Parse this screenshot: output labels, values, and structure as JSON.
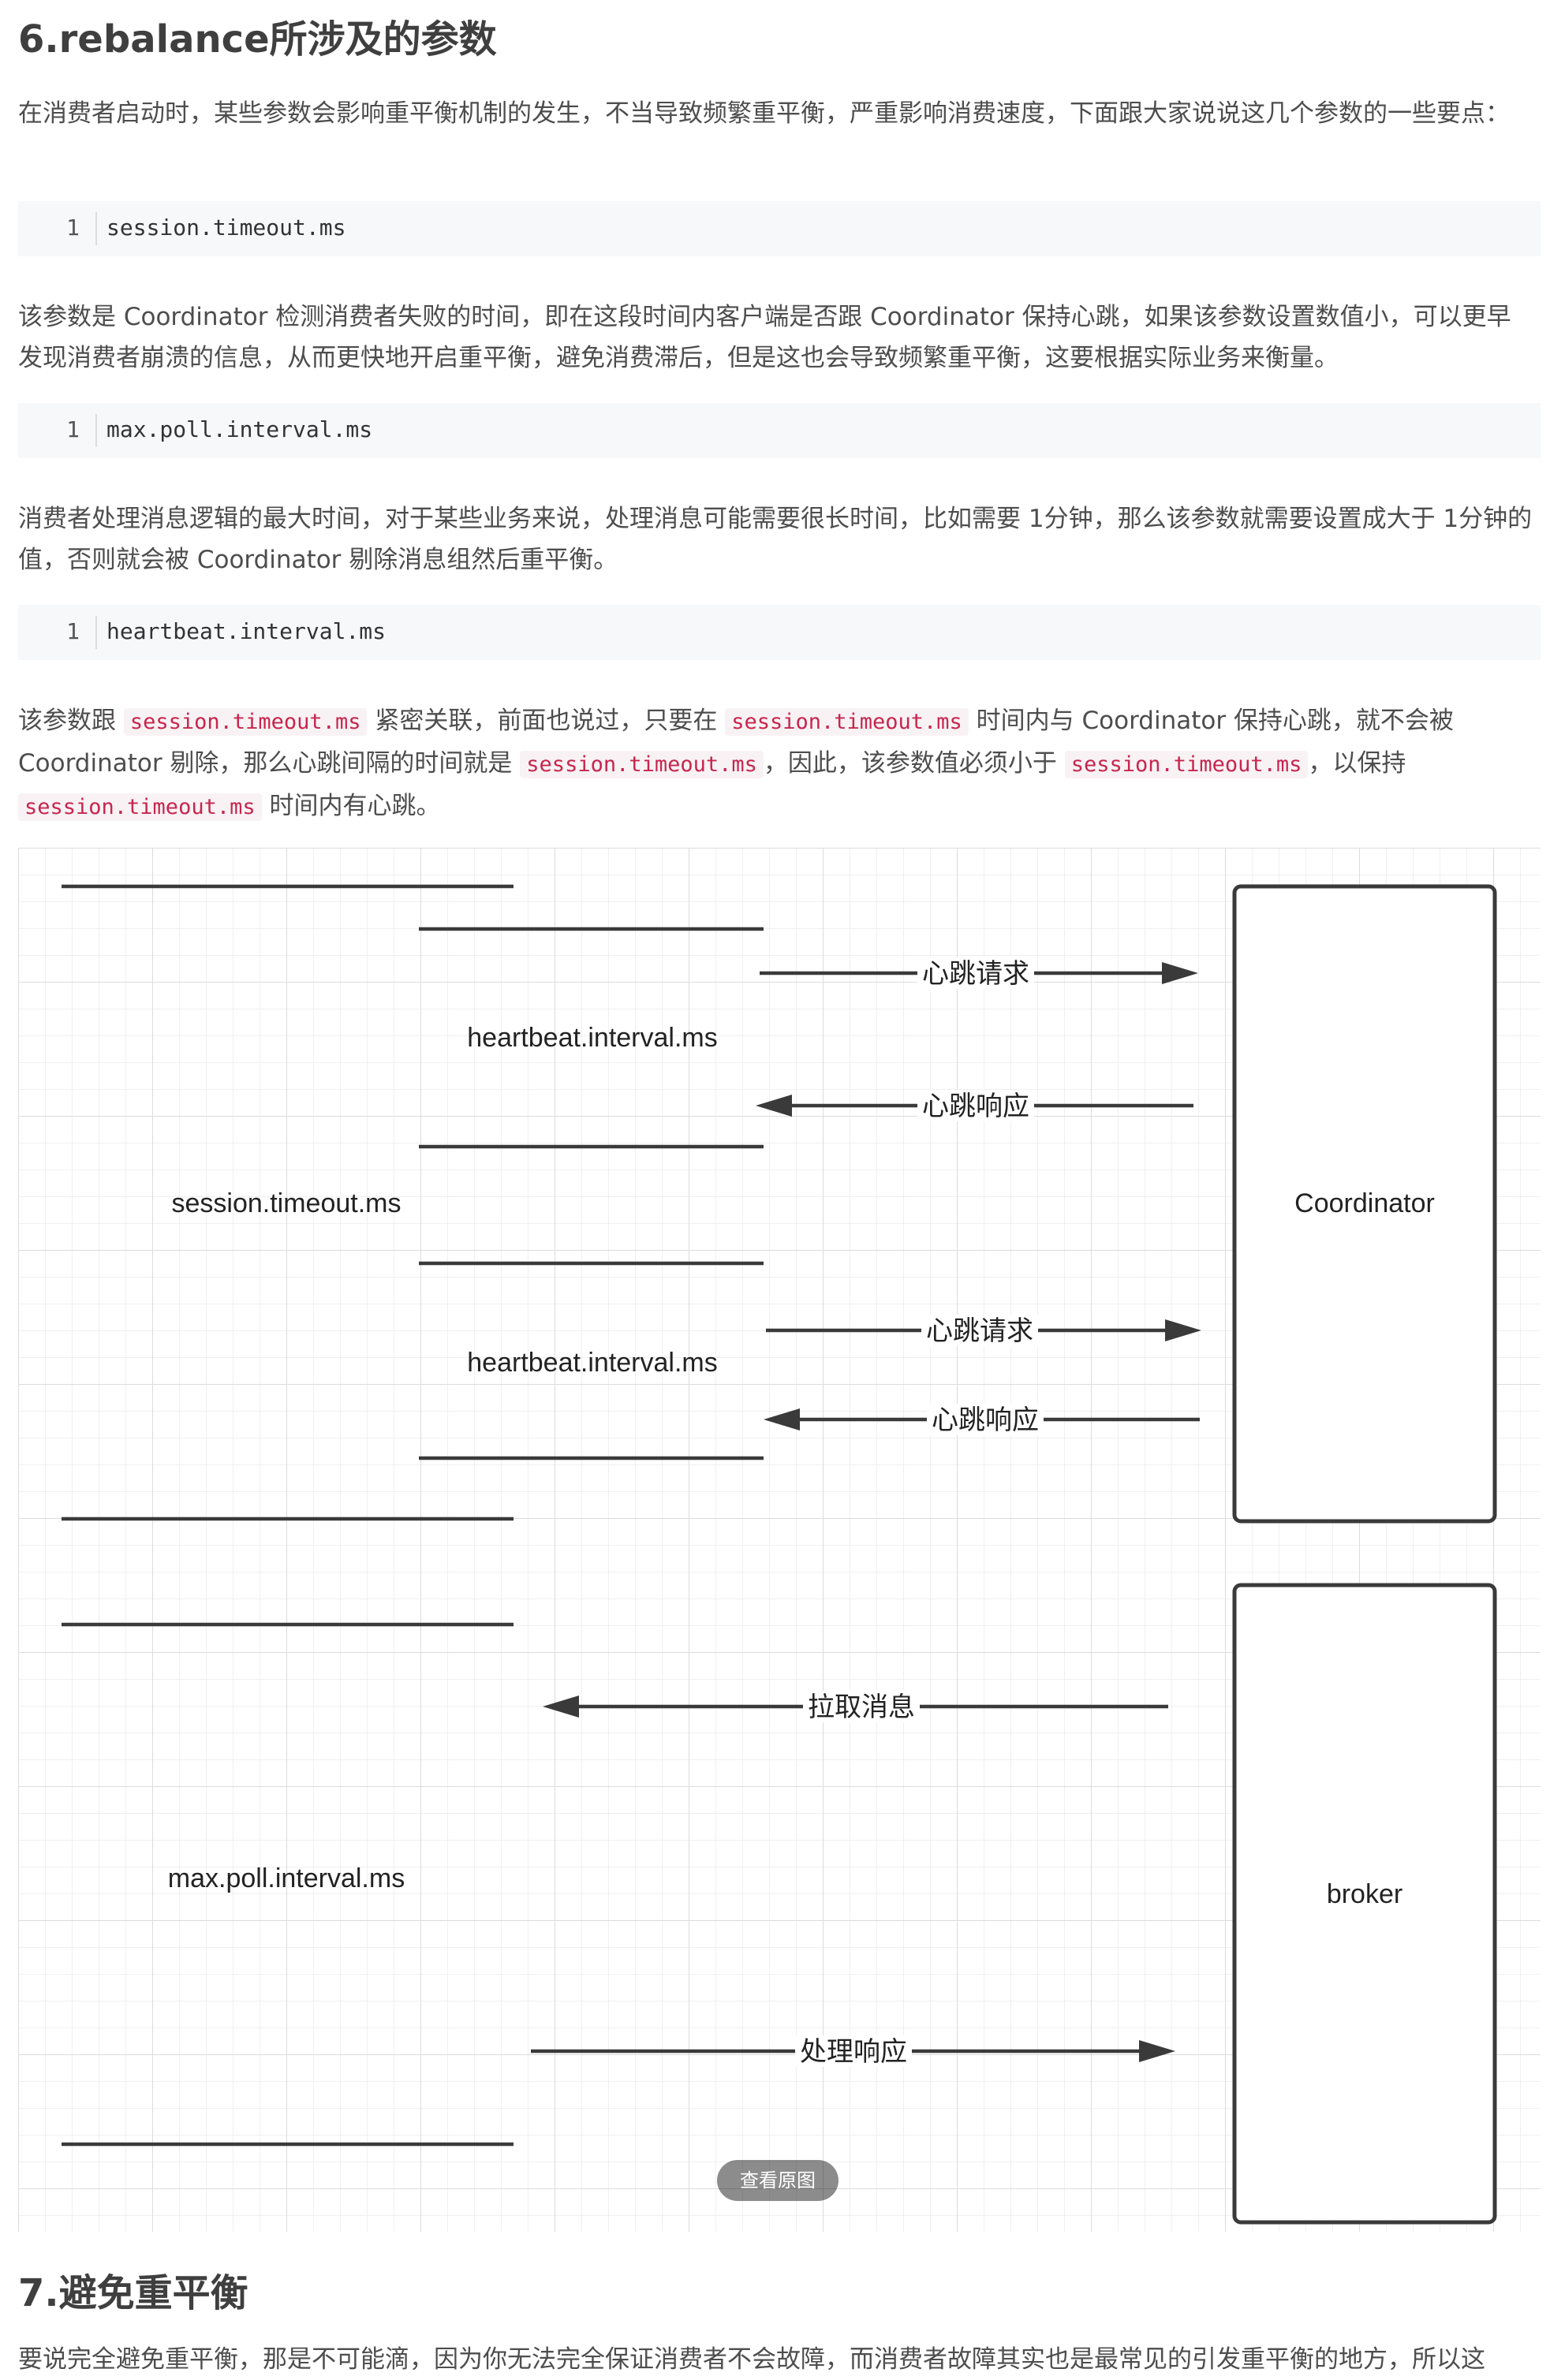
{
  "heading_6": "6.rebalance所涉及的参数",
  "intro": "在消费者启动时，某些参数会影响重平衡机制的发生，不当导致频繁重平衡，严重影响消费速度，下面跟大家说说这几个参数的一些要点：",
  "code_blocks": [
    {
      "line_no": "1",
      "code": "session.timeout.ms"
    },
    {
      "line_no": "1",
      "code": "max.poll.interval.ms"
    },
    {
      "line_no": "1",
      "code": "heartbeat.interval.ms"
    }
  ],
  "para_session": "该参数是 Coordinator 检测消费者失败的时间，即在这段时间内客户端是否跟 Coordinator 保持心跳，如果该参数设置数值小，可以更早发现消费者崩溃的信息，从而更快地开启重平衡，避免消费滞后，但是这也会导致频繁重平衡，这要根据实际业务来衡量。",
  "para_maxpoll": "消费者处理消息逻辑的最大时间，对于某些业务来说，处理消息可能需要很长时间，比如需要 1分钟，那么该参数就需要设置成大于 1分钟的值，否则就会被 Coordinator 剔除消息组然后重平衡。",
  "para_heartbeat": {
    "t1": "该参数跟 ",
    "c1": "session.timeout.ms",
    "t2": " 紧密关联，前面也说过，只要在 ",
    "c2": "session.timeout.ms",
    "t3": " 时间内与 Coordinator 保持心跳，就不会被 Coordinator 剔除，那么心跳间隔的时间就是 ",
    "c3": "session.timeout.ms",
    "t4": "，因此，该参数值必须小于 ",
    "c4": "session.timeout.ms",
    "t5": "，以保持 ",
    "c5": "session.timeout.ms",
    "t6": " 时间内有心跳。"
  },
  "diagram": {
    "hb_label_1": "heartbeat.interval.ms",
    "hb_label_2": "heartbeat.interval.ms",
    "session_label": "session.timeout.ms",
    "maxpoll_label": "max.poll.interval.ms",
    "coordinator": "Coordinator",
    "broker": "broker",
    "heartbeat_request_1": "心跳请求",
    "heartbeat_response_1": "心跳响应",
    "heartbeat_request_2": "心跳请求",
    "heartbeat_response_2": "心跳响应",
    "pull_messages": "拉取消息",
    "process_response": "处理响应"
  },
  "view_original": "查看原图",
  "heading_7": "7.避免重平衡",
  "para_avoid": "要说完全避免重平衡，那是不可能滴，因为你无法完全保证消费者不会故障，而消费者故障其实也是最常见的引发重平衡的地方，所以这"
}
